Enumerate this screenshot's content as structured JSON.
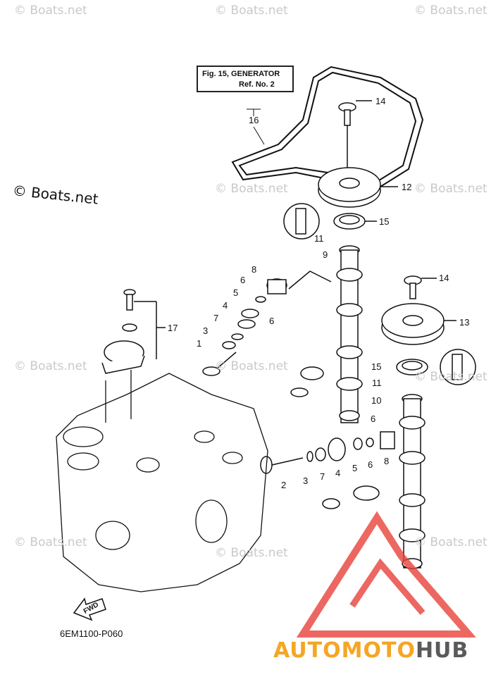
{
  "reference_box": {
    "line1": "Fig. 15, GENERATOR",
    "line2": "Ref. No. 2"
  },
  "part_labels": [
    "14",
    "16",
    "12",
    "15",
    "11",
    "9",
    "8",
    "6",
    "5",
    "4",
    "7",
    "3",
    "1",
    "6",
    "17",
    "14",
    "13",
    "15",
    "11",
    "10",
    "6",
    "2",
    "3",
    "7",
    "4",
    "5",
    "6",
    "8"
  ],
  "watermark_text": "© Boats.net",
  "copyright_text": "© Boats.net",
  "diagram_code": "6EM1100-P060",
  "fwd_label": "FWD",
  "brand": {
    "auto": "AUTO",
    "moto": "MOTO",
    "hub": "HUB"
  },
  "colors": {
    "line": "#111111",
    "watermark": "#c9c9c9",
    "logo_red": "#e8423a",
    "brand_orange": "#f5a623",
    "brand_gray": "#5a5a5a"
  }
}
